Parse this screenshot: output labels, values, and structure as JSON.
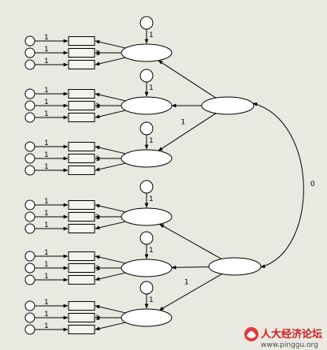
{
  "diagram": {
    "path_labels": {
      "one": "1",
      "zero": "0"
    },
    "colors": {
      "background": "#e9e8e1",
      "stroke": "#000000",
      "shape_fill": "#ffffff",
      "box_fill": "#f4f3ec"
    },
    "indicators_per_factor": 3,
    "first_order_factors": 6,
    "second_order_factors": 2
  },
  "watermark": {
    "site_name": "人大经济论坛",
    "url": "www.pinggu.org",
    "logo": "pinggu-logo"
  }
}
